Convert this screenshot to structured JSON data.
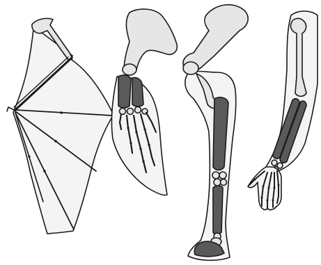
{
  "figure": {
    "type": "homologous-limbs-illustration",
    "limbs": [
      {
        "id": "bat-wing",
        "icon": "bat-wing-icon"
      },
      {
        "id": "flipper",
        "icon": "flipper-icon"
      },
      {
        "id": "horse-leg",
        "icon": "horse-leg-icon"
      },
      {
        "id": "human-arm",
        "icon": "human-arm-icon"
      }
    ],
    "colors": {
      "background": "#ffffff",
      "outline": "#1a1a1a",
      "skin": "#f4f4f4",
      "upper_bone": "#e6e6e6",
      "lower_bone": "#5a5a5a"
    }
  }
}
